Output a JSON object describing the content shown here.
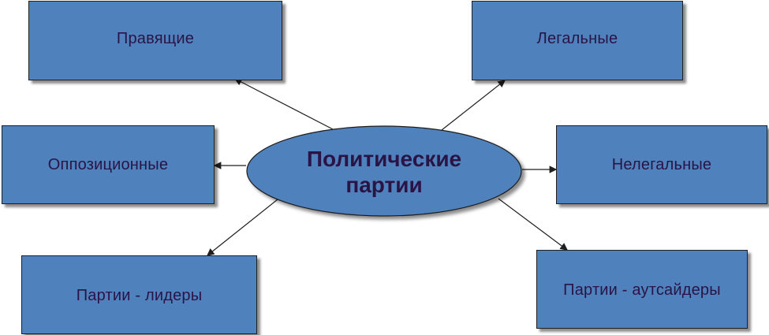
{
  "center": {
    "label": "Политические\nпартии"
  },
  "nodes": {
    "ruling": "Правящие",
    "legal": "Легальные",
    "opposition": "Оппозиционные",
    "illegal": "Нелегальные",
    "leaders": "Партии - лидеры",
    "outsiders": "Партии - аутсайдеры"
  },
  "colors": {
    "box_fill": "#4f81bd",
    "ellipse_fill": "#4f81bd",
    "text": "#2a1446",
    "line": "#1f1f1f"
  }
}
